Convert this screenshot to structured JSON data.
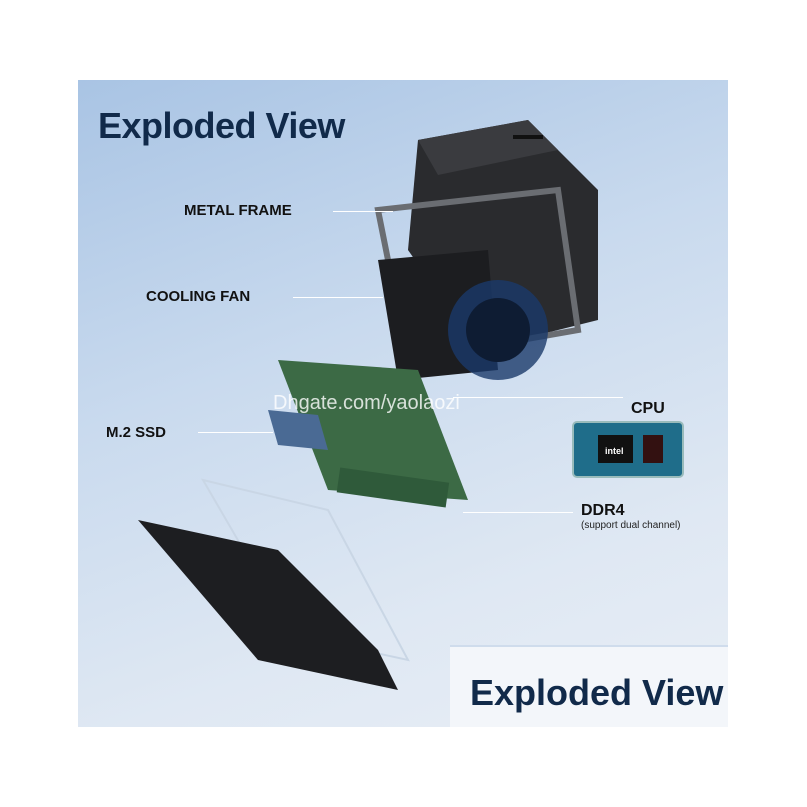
{
  "title": "Exploded View",
  "labels": {
    "metal_frame": "METAL FRAME",
    "cooling_fan": "COOLING FAN",
    "ssd": "M.2 SSD",
    "cpu": "CPU",
    "ddr4": "DDR4",
    "ddr4_note": "(support dual channel)"
  },
  "cpu_chip_text": "intel",
  "watermark": "Dhgate.com/yaolaozi",
  "footer_title": "Exploded View"
}
